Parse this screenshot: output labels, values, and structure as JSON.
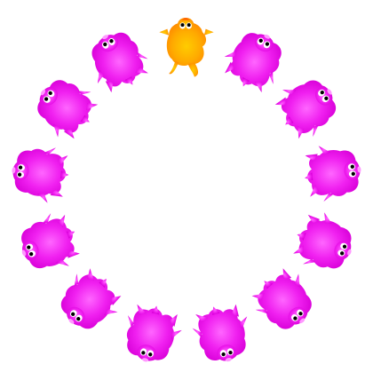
{
  "creatures": [
    {
      "id": "c0",
      "kind": "duck",
      "color": "#ff9900",
      "highlight": "#ffd000"
    },
    {
      "id": "c1",
      "kind": "pig",
      "color": "#ee00ee",
      "highlight": "#ff88ff"
    },
    {
      "id": "c2",
      "kind": "pig",
      "color": "#ee00ee",
      "highlight": "#ff88ff"
    },
    {
      "id": "c3",
      "kind": "pig",
      "color": "#ee00ee",
      "highlight": "#ff88ff"
    },
    {
      "id": "c4",
      "kind": "pig",
      "color": "#ee00ee",
      "highlight": "#ff88ff"
    },
    {
      "id": "c5",
      "kind": "pig",
      "color": "#ee00ee",
      "highlight": "#ff88ff"
    },
    {
      "id": "c6",
      "kind": "pig",
      "color": "#ee00ee",
      "highlight": "#ff88ff"
    },
    {
      "id": "c7",
      "kind": "pig",
      "color": "#ee00ee",
      "highlight": "#ff88ff"
    },
    {
      "id": "c8",
      "kind": "pig",
      "color": "#ee00ee",
      "highlight": "#ff88ff"
    },
    {
      "id": "c9",
      "kind": "pig",
      "color": "#ee00ee",
      "highlight": "#ff88ff"
    },
    {
      "id": "c10",
      "kind": "pig",
      "color": "#ee00ee",
      "highlight": "#ff88ff"
    },
    {
      "id": "c11",
      "kind": "pig",
      "color": "#ee00ee",
      "highlight": "#ff88ff"
    },
    {
      "id": "c12",
      "kind": "pig",
      "color": "#ee00ee",
      "highlight": "#ff88ff"
    }
  ],
  "colors": {
    "background": "#ffffff",
    "eye_white": "#ffffff",
    "eye_pupil": "#000000",
    "duck_beak": "#ff6600"
  }
}
